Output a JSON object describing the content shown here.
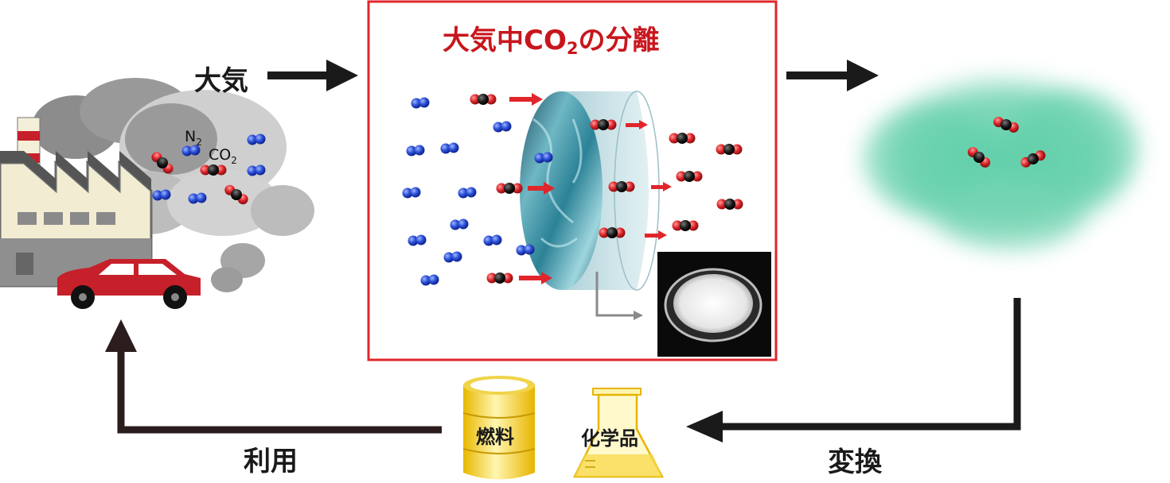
{
  "labels": {
    "air": "大気",
    "separation_title_prefix": "大気中CO",
    "separation_title_sub": "2",
    "separation_title_suffix": "の分離",
    "n2_prefix": "N",
    "n2_sub": "2",
    "co2_prefix": "CO",
    "co2_sub": "2",
    "fuel": "燃料",
    "chemicals": "化学品",
    "utilization": "利用",
    "conversion": "変換"
  },
  "colors": {
    "frame_red": "#e0262b",
    "title_red": "#c8161d",
    "arrow_black": "#1a1a1a",
    "n2_blue": "#2a4fd6",
    "o_red": "#e0262b",
    "c_black": "#1a1a1a",
    "membrane_teal": "#2f7f8f",
    "cloud_green": "#5fcfa9",
    "barrel_yellow": "#f7d84a",
    "car_red": "#c6202a",
    "smoke_gray": "#9a9a9a"
  },
  "icons": {
    "factory": "factory-icon",
    "car": "car-icon",
    "barrel": "fuel-barrel-icon",
    "flask": "chemical-flask-icon",
    "photo": "petri-dish-photo"
  }
}
